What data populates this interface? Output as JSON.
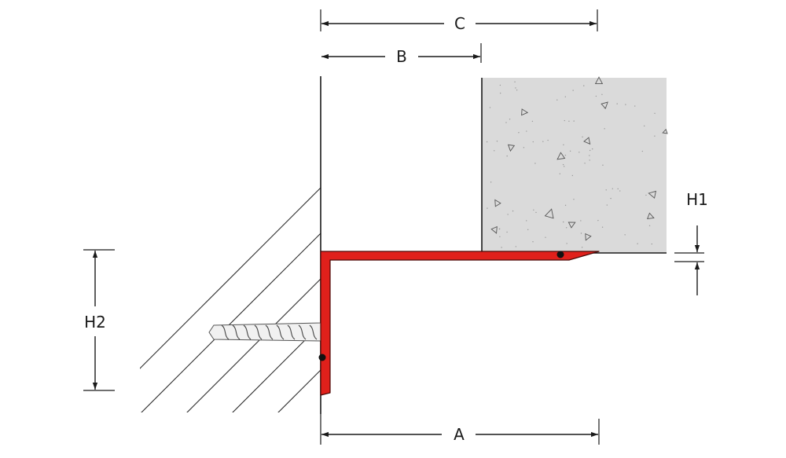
{
  "diagram": {
    "labels": {
      "c": "C",
      "b": "B",
      "a": "A",
      "h1": "H1",
      "h2": "H2"
    },
    "colors": {
      "profile": "#e0201b",
      "concrete": "#dadada",
      "lines": "#1a1a1a"
    },
    "icons": [
      "screw",
      "hatched-wall",
      "concrete-block",
      "l-profile"
    ]
  }
}
